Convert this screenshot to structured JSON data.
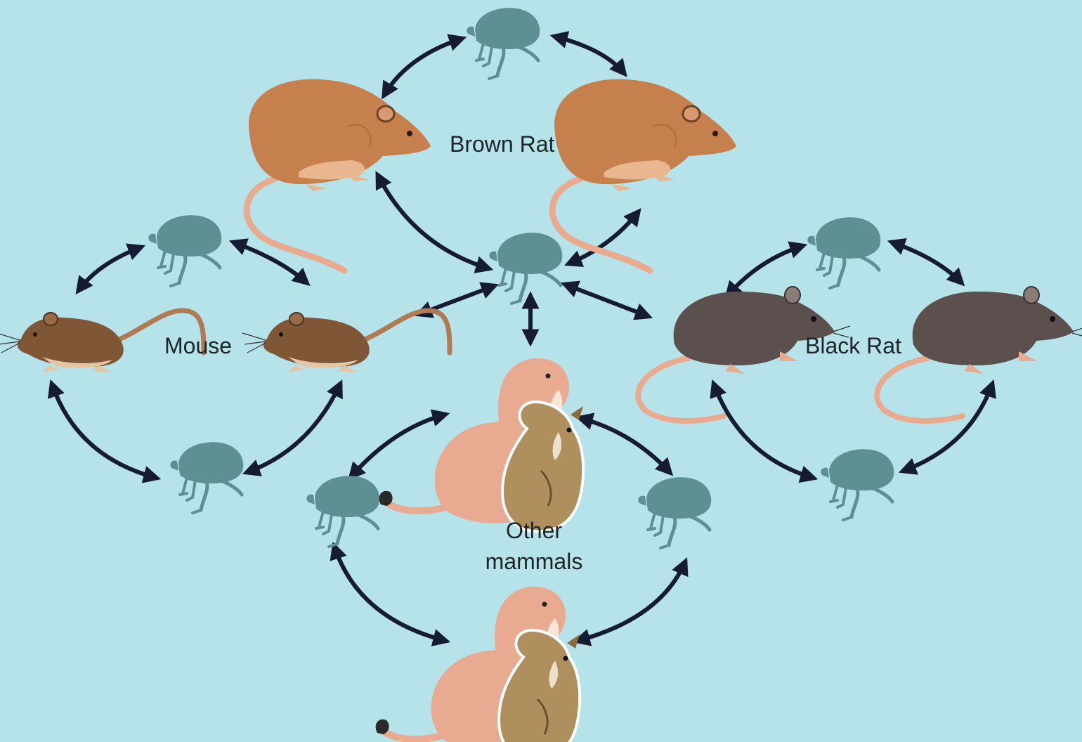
{
  "colors": {
    "background": "#b6e2ea",
    "flea": "#5e8f93",
    "arrow": "#141b33",
    "brown_rat": "#c6804d",
    "brown_rat_belly": "#e9b78f",
    "mouse": "#7f5736",
    "mouse_belly": "#e3c7a5",
    "black_rat": "#5b504d",
    "tail": "#e8ab8f",
    "prairie_dog": "#e9aa92",
    "squirrel": "#b08f5e"
  },
  "labels": {
    "brown_rat": "Brown Rat",
    "mouse": "Mouse",
    "black_rat": "Black Rat",
    "other_mammals_line1": "Other",
    "other_mammals_line2": "mammals"
  },
  "icons": {
    "flea": "flea-icon",
    "brown_rat": "brown-rat-icon",
    "mouse": "mouse-icon",
    "black_rat": "black-rat-icon",
    "other_mammals": "prairie-dog-squirrel-icon"
  }
}
